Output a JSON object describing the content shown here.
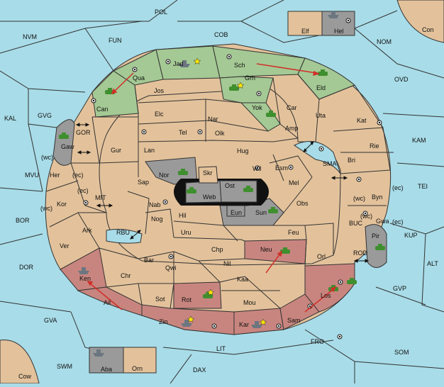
{
  "colors": {
    "sea": "#a8dce8",
    "land": "#e3c29b",
    "green_owner": "#a4c994",
    "red_owner": "#c8857f",
    "gray_owner": "#9a9a9a",
    "unit_green": "#3f8f2f",
    "unit_gray": "#6b7680",
    "arrow": "#d0302a"
  },
  "icons": {
    "supply_center": "dot-in-circle-icon",
    "army": "tank-icon",
    "fleet": "ship-icon",
    "victory": "star-icon",
    "coast_link": "double-arrow-icon"
  },
  "sea_labels": [
    "POL",
    "NVM",
    "FUN",
    "COB",
    "NOM",
    "Con",
    "OVD",
    "KAL",
    "GVG",
    "GOR",
    "KAM",
    "MVU",
    "MIT",
    "SMA",
    "TEI",
    "BOR",
    "RBU",
    "BUC",
    "KUP",
    "ROD",
    "DOR",
    "ALT",
    "GVP",
    "GVA",
    "FRO",
    "SOM",
    "LIT",
    "SWM",
    "DAX",
    "Cow"
  ],
  "land_labels": [
    "Jad",
    "Sch",
    "Qua",
    "Jos",
    "Grh",
    "Eld",
    "Can",
    "Elc",
    "Nar",
    "Yok",
    "Car",
    "Uta",
    "Kat",
    "Tel",
    "Olk",
    "Amp",
    "Gaw",
    "Gur",
    "Lan",
    "Hug",
    "Rie",
    "Bri",
    "Esm",
    "Wil",
    "Her",
    "Nor",
    "Skr",
    "Ost",
    "Sap",
    "Web",
    "Mel",
    "Byn",
    "Kor",
    "Nab",
    "Eun",
    "Sun",
    "Obs",
    "Gwa",
    "Hil",
    "Ark",
    "Nog",
    "Uru",
    "Feu",
    "Pir",
    "Ver",
    "Chp",
    "Neu",
    "Orl",
    "Bar",
    "Qwi",
    "Nil",
    "Ken",
    "Chr",
    "Kaa",
    "Los",
    "Rot",
    "Sot",
    "Ail",
    "Mou",
    "Zin",
    "Kar",
    "Sam",
    "Elf",
    "Hel",
    "Aba",
    "Orn"
  ],
  "coast_labels": [
    "(wc)",
    "(ec)",
    "(ec)",
    "(wc)",
    "(wc)",
    "(ec)",
    "(wc)",
    "(ec)"
  ]
}
